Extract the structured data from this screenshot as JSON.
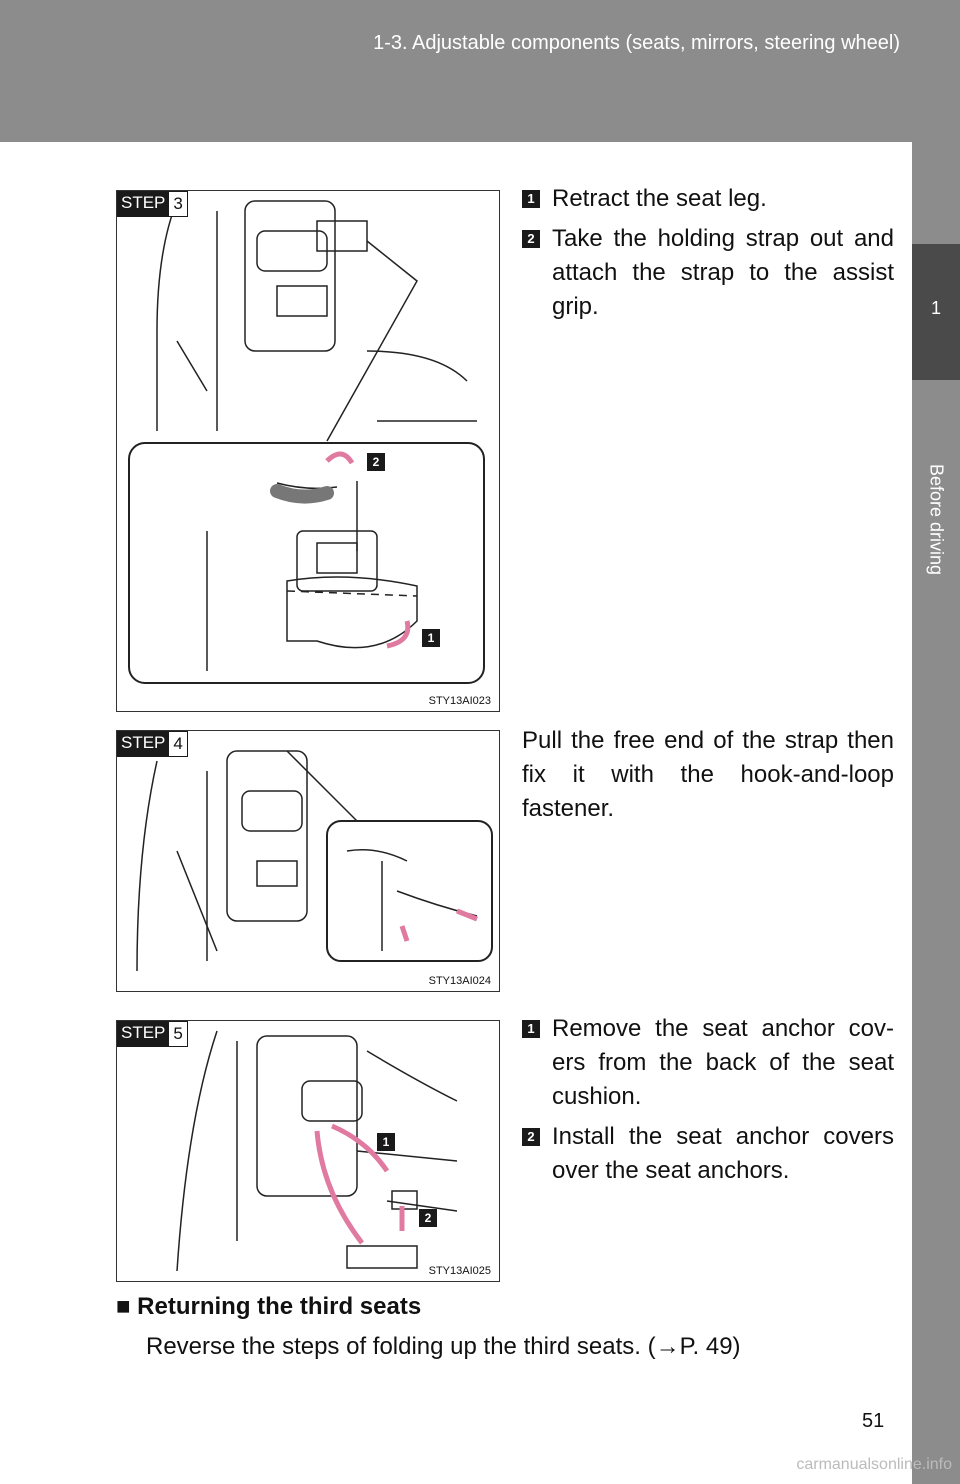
{
  "header": {
    "title": "1-3. Adjustable components (seats, mirrors, steering wheel)"
  },
  "side_tab": {
    "number": "1",
    "label": "Before driving"
  },
  "steps": [
    {
      "word": "STEP",
      "num": "3",
      "code": "STY13AI023",
      "callouts": [
        "2",
        "1"
      ],
      "items": [
        {
          "num": "1",
          "text": "Retract the seat leg."
        },
        {
          "num": "2",
          "text": "Take the holding strap out and attach the strap to the assist grip."
        }
      ]
    },
    {
      "word": "STEP",
      "num": "4",
      "code": "STY13AI024",
      "text": "Pull the free end of the strap then fix it with the hook-and-loop fastener."
    },
    {
      "word": "STEP",
      "num": "5",
      "code": "STY13AI025",
      "callouts": [
        "1",
        "2"
      ],
      "items": [
        {
          "num": "1",
          "text": "Remove the seat anchor cov-ers from the back of the seat cushion."
        },
        {
          "num": "2",
          "text": "Install the seat anchor covers over the seat anchors."
        }
      ]
    }
  ],
  "section": {
    "heading": "■ Returning the third seats",
    "text": "Reverse the steps of folding up the third seats. (→P. 49)"
  },
  "page_number": "51",
  "watermark": "carmanualsonline.info"
}
